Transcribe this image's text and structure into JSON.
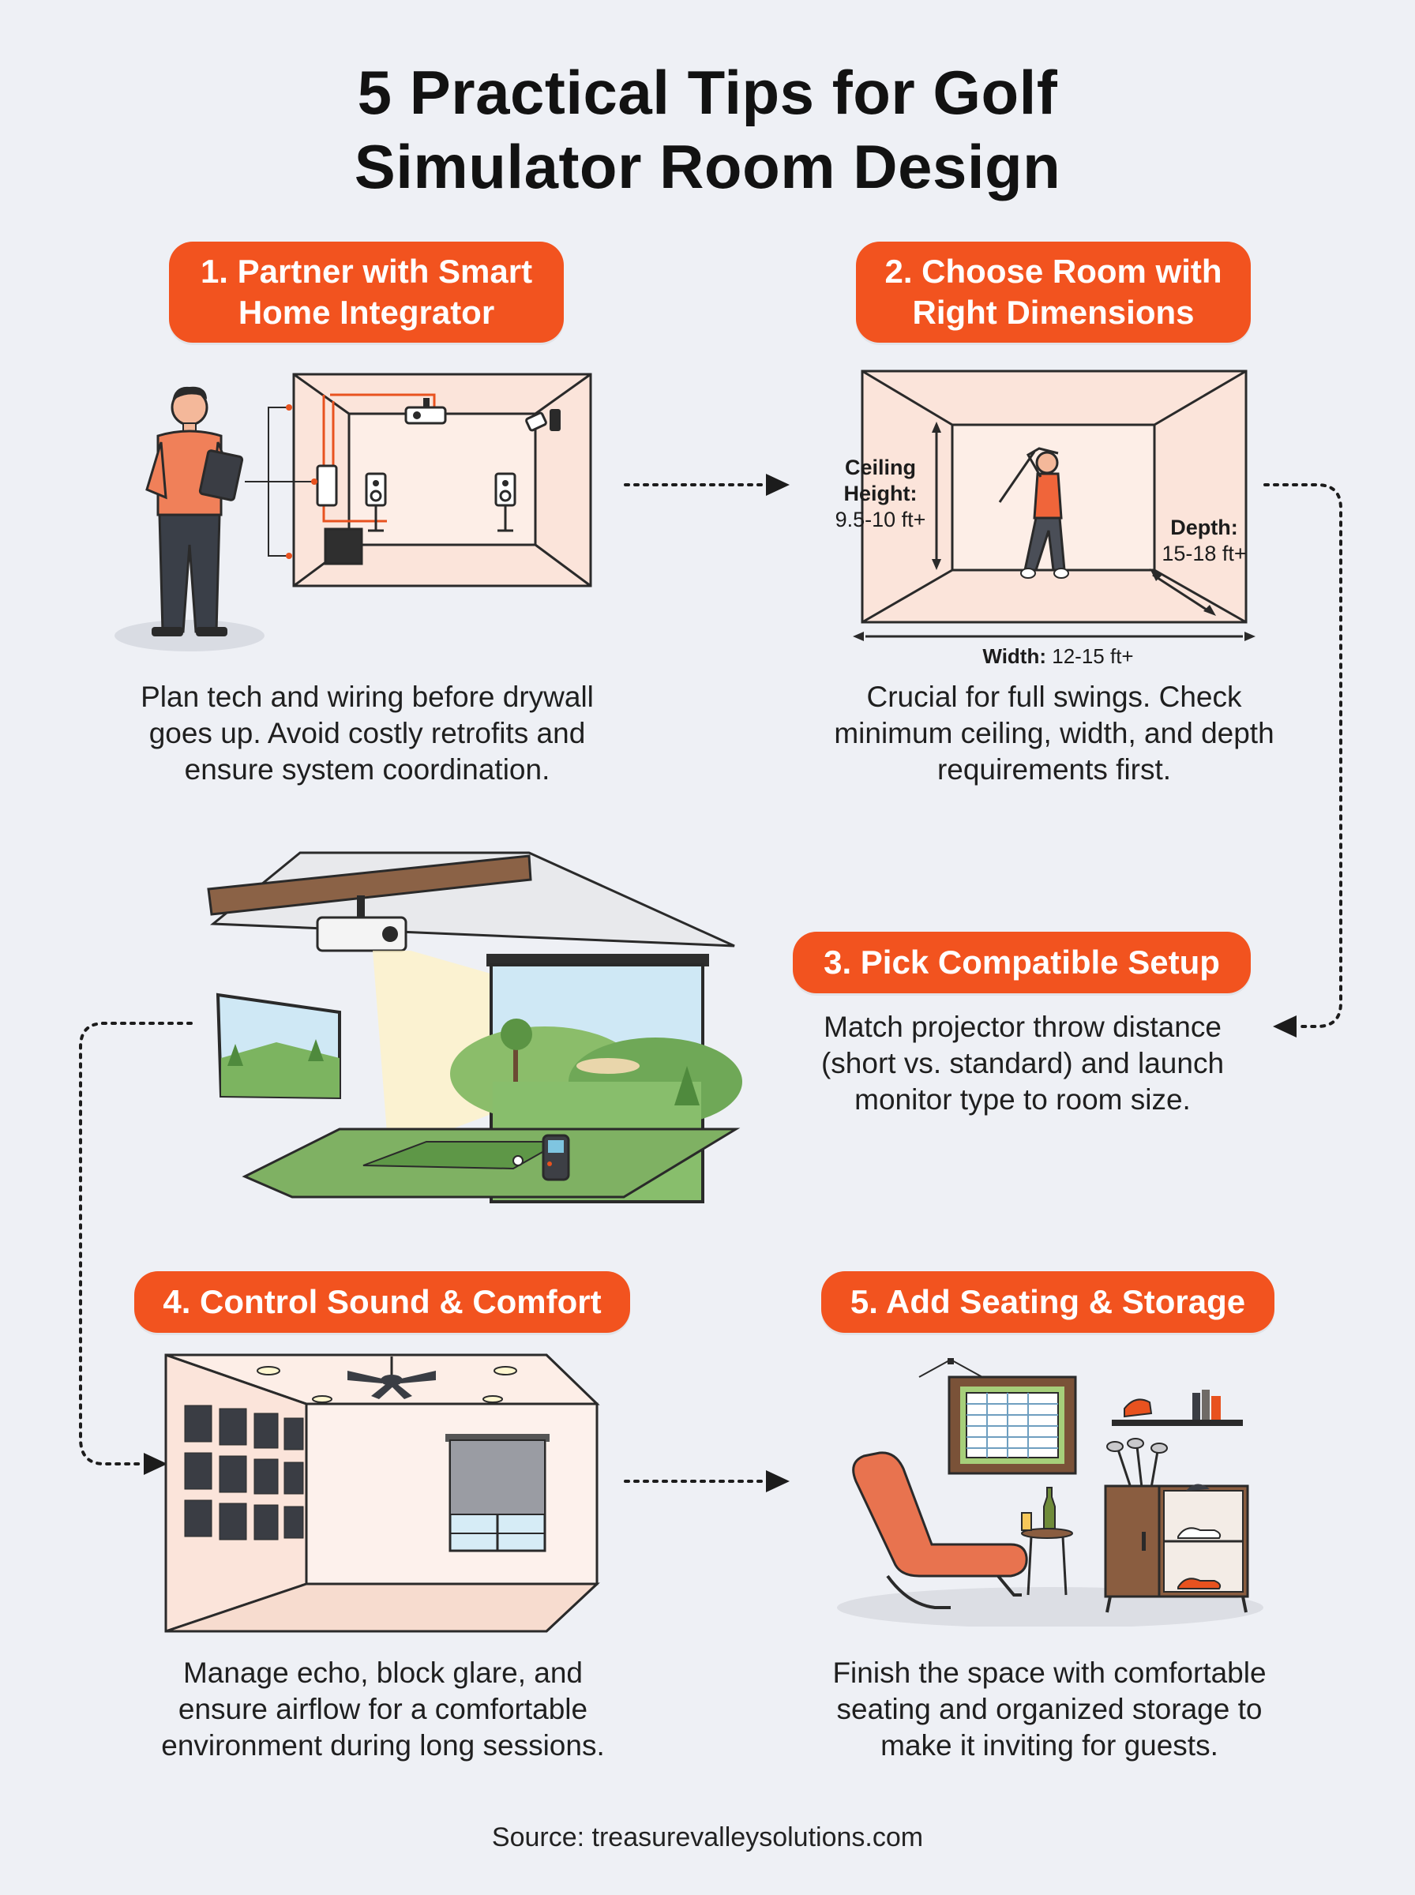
{
  "title": {
    "line1": "5 Practical Tips for Golf",
    "line2": "Simulator Room Design"
  },
  "tips": [
    {
      "heading_line1": "1. Partner with Smart",
      "heading_line2": "Home Integrator",
      "desc_line1": "Plan tech and wiring before drywall",
      "desc_line2": "goes up. Avoid costly retrofits and",
      "desc_line3": "ensure system coordination."
    },
    {
      "heading_line1": "2. Choose Room with",
      "heading_line2": "Right Dimensions",
      "desc_line1": "Crucial for full swings. Check",
      "desc_line2": "minimum ceiling, width, and depth",
      "desc_line3": "requirements first.",
      "ceiling_label": "Ceiling",
      "ceiling_label2": "Height:",
      "ceiling_value": "9.5-10 ft+",
      "depth_label": "Depth:",
      "depth_value": "15-18 ft+",
      "width_label": "Width:",
      "width_value": "12-15 ft+"
    },
    {
      "heading": "3. Pick Compatible Setup",
      "desc_line1": "Match projector throw distance",
      "desc_line2": "(short vs. standard) and launch",
      "desc_line3": "monitor type to room size."
    },
    {
      "heading": "4. Control Sound & Comfort",
      "desc_line1": "Manage echo, block glare, and",
      "desc_line2": "ensure airflow for a comfortable",
      "desc_line3": "environment during long sessions."
    },
    {
      "heading": "5. Add Seating & Storage",
      "desc_line1": "Finish the space with comfortable",
      "desc_line2": "seating and organized storage to",
      "desc_line3": "make it inviting for guests."
    }
  ],
  "source": "Source: treasurevalleysolutions.com",
  "colors": {
    "accent": "#f2531f",
    "background": "#eef0f5",
    "room": "#fbe4da"
  }
}
